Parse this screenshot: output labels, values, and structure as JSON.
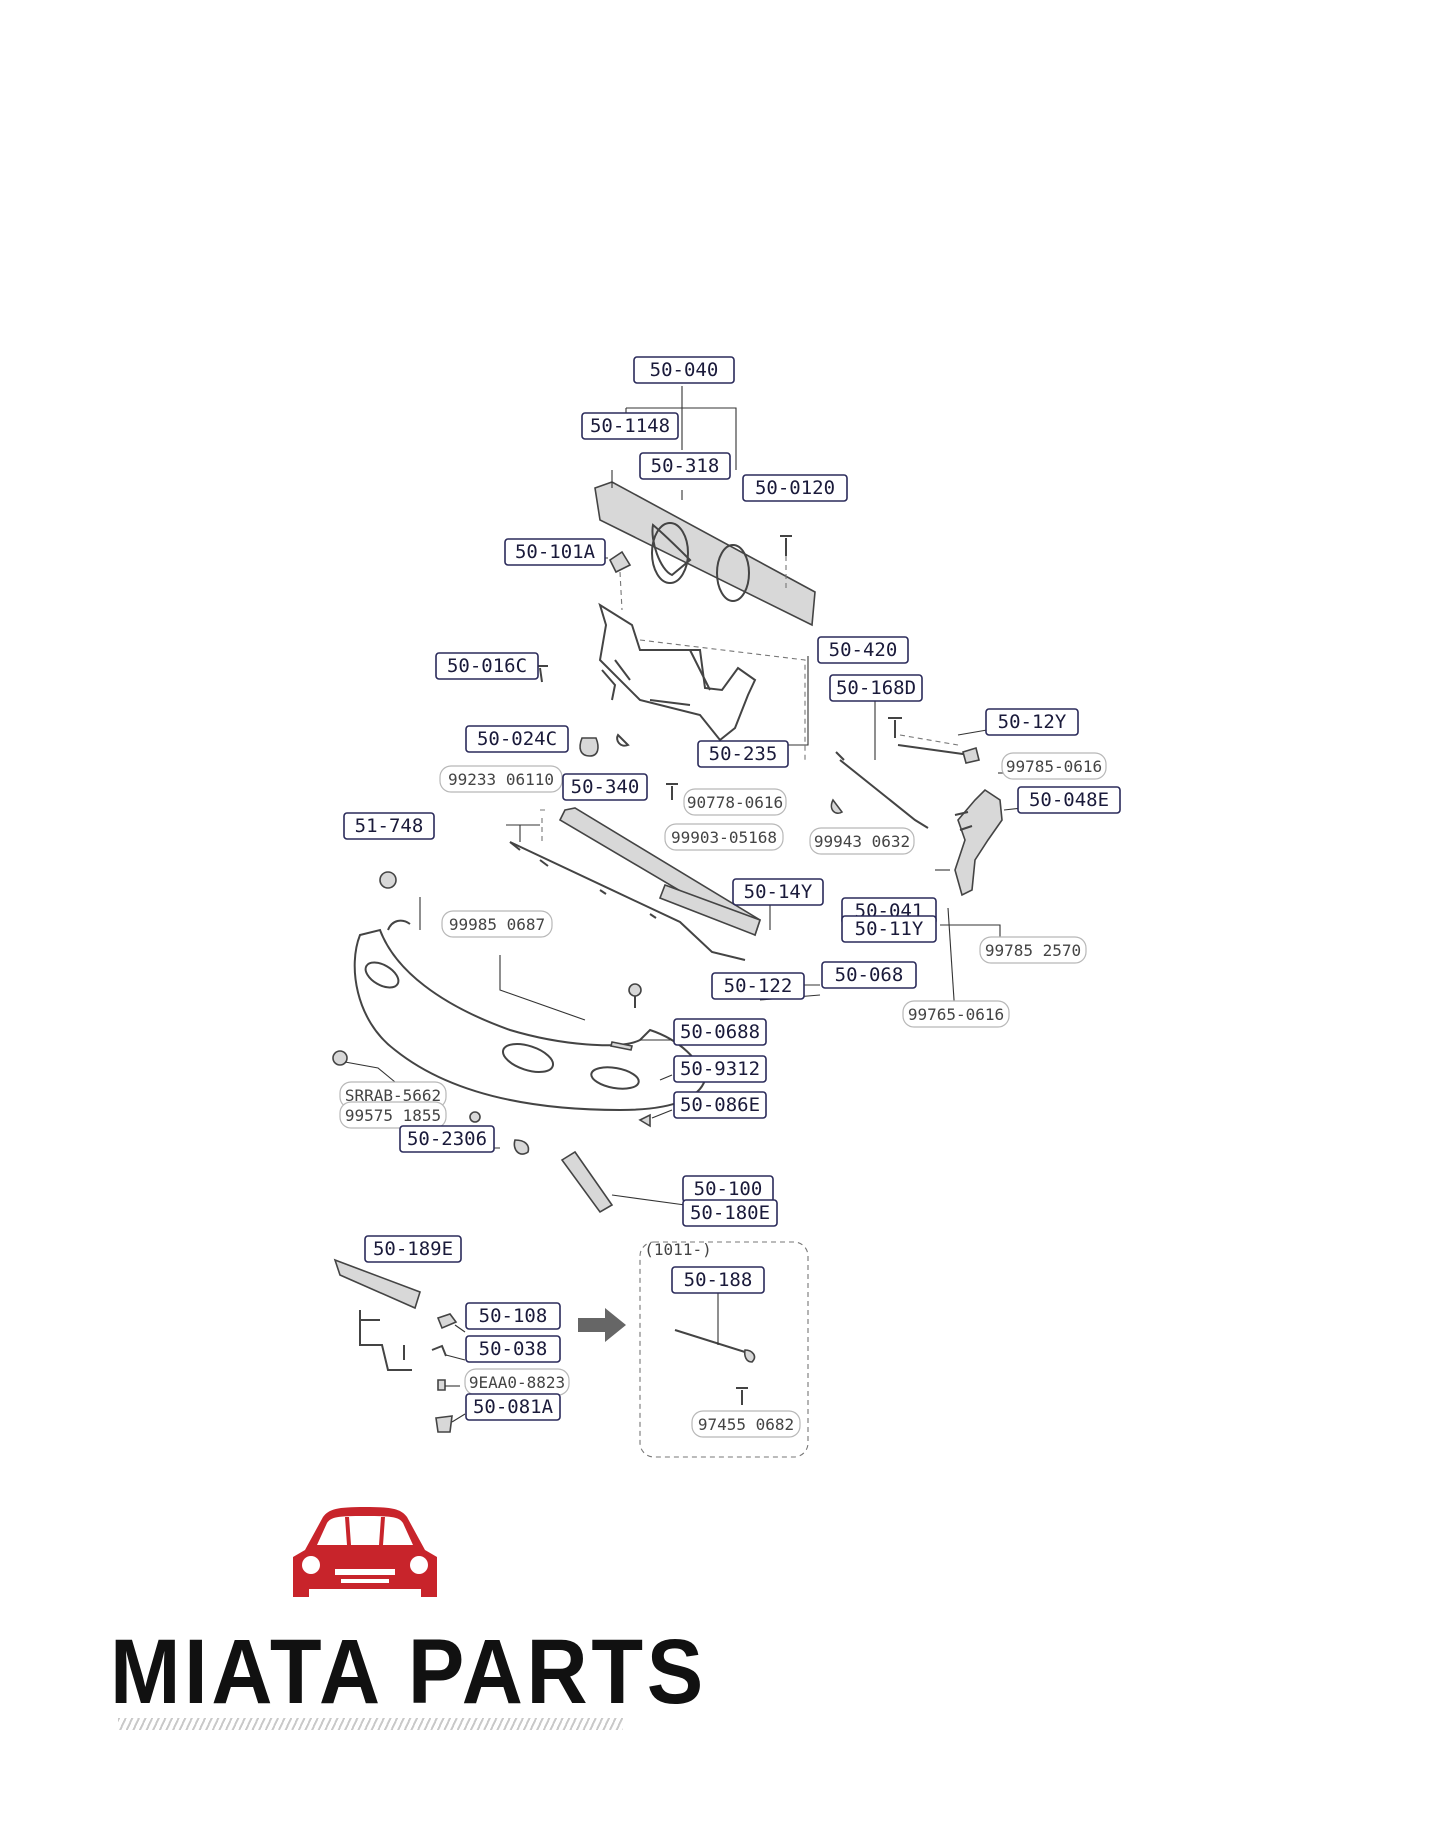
{
  "brand": {
    "name": "MIATA PARTS",
    "logo_color": "#c8242b"
  },
  "diagram": {
    "parts": [
      {
        "id": "p1",
        "label": "50-040",
        "style": "main"
      },
      {
        "id": "p2",
        "label": "50-1148",
        "style": "main"
      },
      {
        "id": "p3",
        "label": "50-318",
        "style": "main"
      },
      {
        "id": "p4",
        "label": "50-0120",
        "style": "main"
      },
      {
        "id": "p5",
        "label": "50-101A",
        "style": "main"
      },
      {
        "id": "p6",
        "label": "50-420",
        "style": "main"
      },
      {
        "id": "p7",
        "label": "50-016C",
        "style": "main"
      },
      {
        "id": "p8",
        "label": "50-168D",
        "style": "main"
      },
      {
        "id": "p9",
        "label": "50-12Y",
        "style": "main"
      },
      {
        "id": "p10",
        "label": "50-024C",
        "style": "main"
      },
      {
        "id": "p11",
        "label": "50-235",
        "style": "main"
      },
      {
        "id": "p12",
        "label": "99785-0616",
        "style": "plain"
      },
      {
        "id": "p13",
        "label": "50-048E",
        "style": "main"
      },
      {
        "id": "p14",
        "label": "99233 06110",
        "style": "plain"
      },
      {
        "id": "p15",
        "label": "50-340",
        "style": "main"
      },
      {
        "id": "p16",
        "label": "90778-0616",
        "style": "plain"
      },
      {
        "id": "p17",
        "label": "51-748",
        "style": "main"
      },
      {
        "id": "p18",
        "label": "99903-05168",
        "style": "plain"
      },
      {
        "id": "p19",
        "label": "99943 0632",
        "style": "plain"
      },
      {
        "id": "p20",
        "label": "50-14Y",
        "style": "main"
      },
      {
        "id": "p21",
        "label": "50-041",
        "style": "main"
      },
      {
        "id": "p22",
        "label": "50-11Y",
        "style": "main"
      },
      {
        "id": "p23",
        "label": "99985 0687",
        "style": "plain"
      },
      {
        "id": "p24",
        "label": "99785 2570",
        "style": "plain"
      },
      {
        "id": "p25",
        "label": "50-068",
        "style": "main"
      },
      {
        "id": "p26",
        "label": "50-122",
        "style": "main"
      },
      {
        "id": "p27",
        "label": "99765-0616",
        "style": "plain"
      },
      {
        "id": "p28",
        "label": "50-0688",
        "style": "main"
      },
      {
        "id": "p29",
        "label": "50-9312",
        "style": "main"
      },
      {
        "id": "p30",
        "label": "SRRAB-5662",
        "style": "plain"
      },
      {
        "id": "p31",
        "label": "99575 1855",
        "style": "plain"
      },
      {
        "id": "p32",
        "label": "50-086E",
        "style": "main"
      },
      {
        "id": "p33",
        "label": "50-2306",
        "style": "main"
      },
      {
        "id": "p34",
        "label": "50-100",
        "style": "main"
      },
      {
        "id": "p35",
        "label": "50-180E",
        "style": "main"
      },
      {
        "id": "p36",
        "label": "50-189E",
        "style": "main"
      },
      {
        "id": "p37",
        "label": "(1011-)",
        "style": "note"
      },
      {
        "id": "p38",
        "label": "50-188",
        "style": "main"
      },
      {
        "id": "p39",
        "label": "50-108",
        "style": "main"
      },
      {
        "id": "p40",
        "label": "50-038",
        "style": "main"
      },
      {
        "id": "p41",
        "label": "9EAA0-8823",
        "style": "plain"
      },
      {
        "id": "p42",
        "label": "50-081A",
        "style": "main"
      },
      {
        "id": "p43",
        "label": "97455 0682",
        "style": "plain"
      }
    ]
  }
}
